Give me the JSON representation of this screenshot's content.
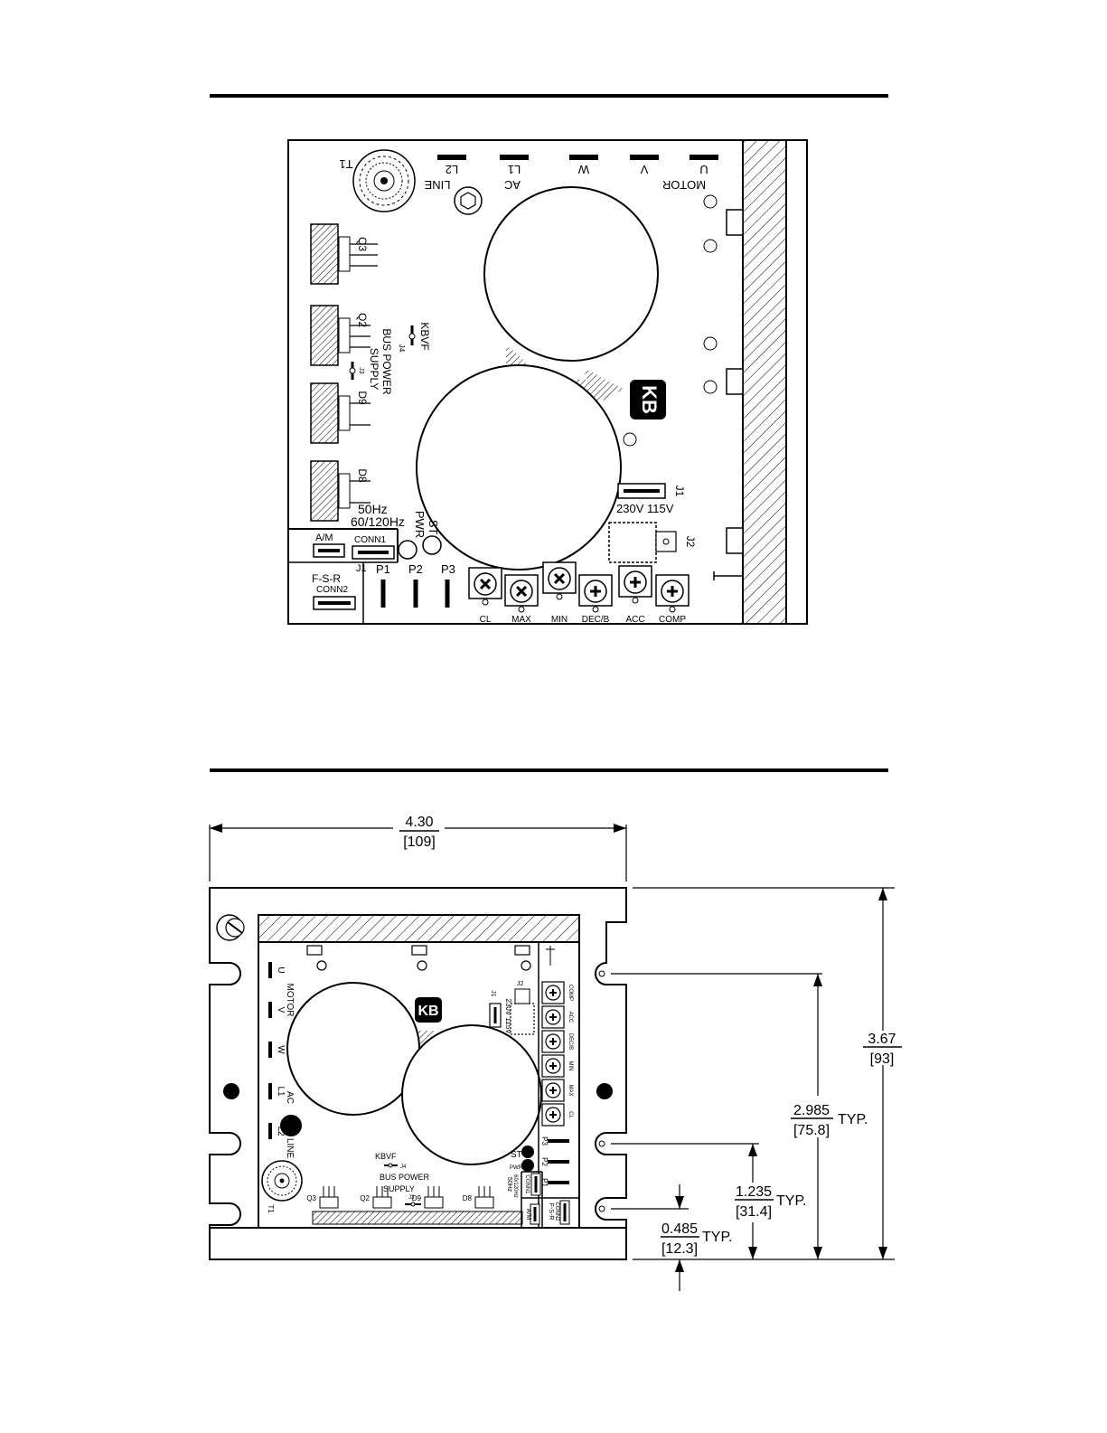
{
  "top_view": {
    "terminals": [
      "L2",
      "L1",
      "W",
      "V",
      "U"
    ],
    "terminal_group_labels": {
      "line": "LINE",
      "ac": "AC",
      "motor": "MOTOR"
    },
    "toroid_label": "T1",
    "semiconductor_labels": [
      "Q3",
      "Q2",
      "D9",
      "D8"
    ],
    "jumper_labels": {
      "kbvf": "KBVF",
      "j4": "J4",
      "j3": "J3",
      "bus_power": "BUS POWER",
      "supply": "SUPPLY"
    },
    "frequency_labels": {
      "f50": "50Hz",
      "f60": "60/120Hz"
    },
    "indicator_labels": {
      "st": "ST",
      "pwr": "PWR"
    },
    "j1_label": "J1",
    "j1_voltages": "230V 115V",
    "j2_label": "J2",
    "av_label": "A/M",
    "conn1_label": "CONN1",
    "conn1_j1": "J1",
    "fsr_label": "F-S-R",
    "conn2_label": "CONN2",
    "pins": [
      "P1",
      "P2",
      "P3"
    ],
    "pots": [
      "CL",
      "MAX",
      "MIN",
      "DEC/B",
      "ACC",
      "COMP"
    ],
    "logo": "KB"
  },
  "bottom_view": {
    "width": {
      "in": "4.30",
      "mm": "[109]"
    },
    "height": {
      "in": "3.67",
      "mm": "[93]"
    },
    "slot_spacing": {
      "in": "2.985",
      "mm": "[75.8]",
      "note": "TYP."
    },
    "slot_mid": {
      "in": "1.235",
      "mm": "[31.4]",
      "note": "TYP."
    },
    "slot_low": {
      "in": "0.485",
      "mm": "[12.3]",
      "note": "TYP."
    },
    "terminals": [
      "U",
      "V",
      "W",
      "L1",
      "L2"
    ],
    "group_labels": {
      "motor": "MOTOR",
      "ac": "AC",
      "line": "LINE"
    },
    "pots": [
      "COMP",
      "ACC",
      "DEC/B",
      "MIN",
      "MAX",
      "CL"
    ],
    "jumper_labels": {
      "kbvf": "KBVF",
      "j4": "J4",
      "bus": "BUS POWER",
      "supply": "SUPPLY",
      "j3": "J3"
    },
    "semis": [
      "Q3",
      "Q2",
      "D9",
      "D8"
    ],
    "misc": {
      "st": "ST",
      "pwr": "PWR",
      "freq": "50Hz",
      "freq2": "60/120Hz",
      "j1": "J1",
      "j2": "J2",
      "volt": "230V 115V",
      "t1": "T1",
      "am": "A/M",
      "fsr": "F-S-R",
      "conn1": "CONN1",
      "conn2": "CONN2",
      "pins": [
        "P3",
        "P2",
        "P1"
      ]
    }
  }
}
